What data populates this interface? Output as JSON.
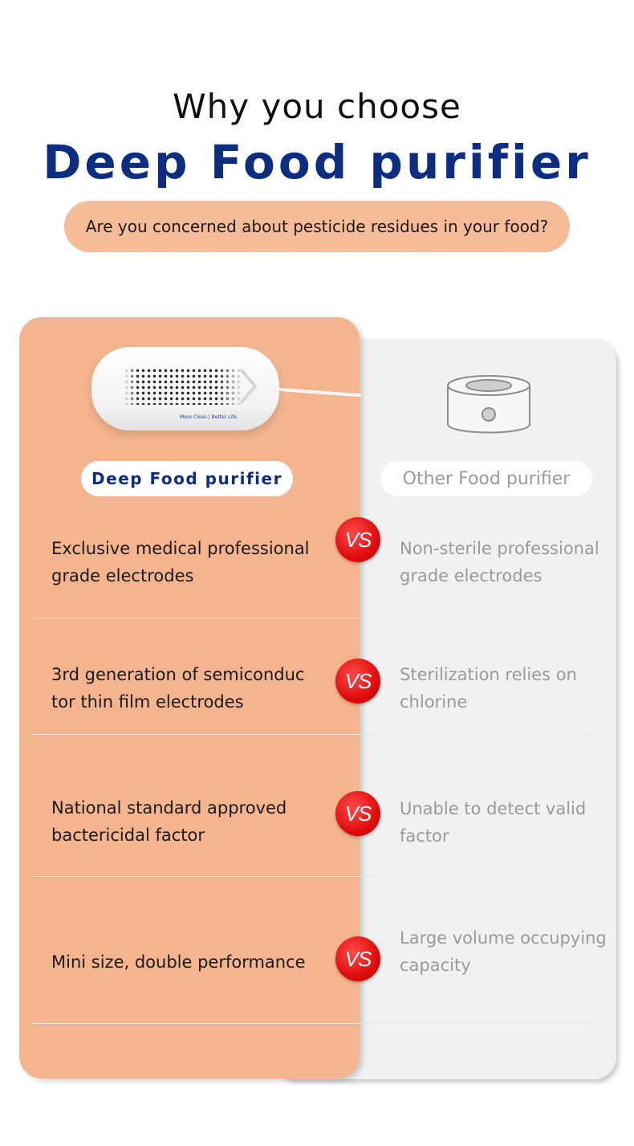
{
  "header": {
    "line1": "Why you choose",
    "line2": "Deep Food purifier",
    "question": "Are you concerned about pesticide residues in your food?"
  },
  "product": {
    "slogan": "More Clean | Better Life"
  },
  "labels": {
    "deep": "Deep Food purifier",
    "other": "Other Food purifier"
  },
  "vs_label": "VS",
  "rows": [
    {
      "left": "Exclusive medical professional grade electrodes",
      "right": "Non-sterile professional grade electrodes"
    },
    {
      "left": "3rd generation of semiconduc tor thin film electrodes",
      "right": "Sterilization relies on chlorine"
    },
    {
      "left": "National standard approved bactericidal factor",
      "right": "Unable to detect valid factor"
    },
    {
      "left": "Mini size, double performance",
      "right": "Large volume occupying capacity"
    }
  ],
  "colors": {
    "accent_blue": "#0c2d82",
    "peach": "#f4b48d",
    "vs_red": "#e10d0d",
    "other_gray": "#9a9a9a"
  }
}
